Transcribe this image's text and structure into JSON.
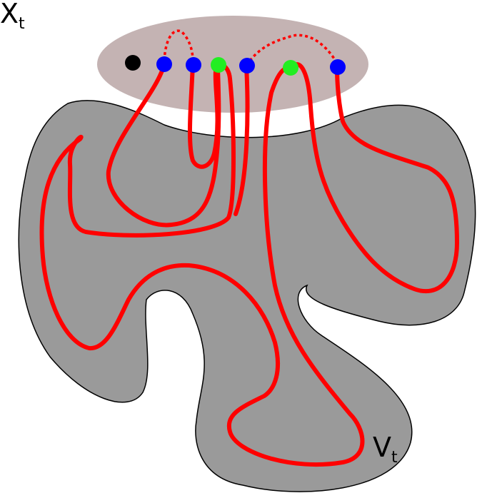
{
  "labels": {
    "top_left": {
      "base": "X",
      "subscript": "t"
    },
    "bottom_right": {
      "base": "V",
      "subscript": "t"
    }
  },
  "colors": {
    "region_fill": "#9a9a9a",
    "region_stroke": "#000000",
    "ellipse_fill": "#c4b3b3",
    "path": "#ff0000",
    "vertex_black": "#000000",
    "vertex_blue": "#0000ff",
    "vertex_green": "#22ee22"
  },
  "vertices": [
    {
      "kind": "black"
    },
    {
      "kind": "blue"
    },
    {
      "kind": "blue"
    },
    {
      "kind": "green"
    },
    {
      "kind": "blue"
    },
    {
      "kind": "green"
    },
    {
      "kind": "blue"
    }
  ]
}
